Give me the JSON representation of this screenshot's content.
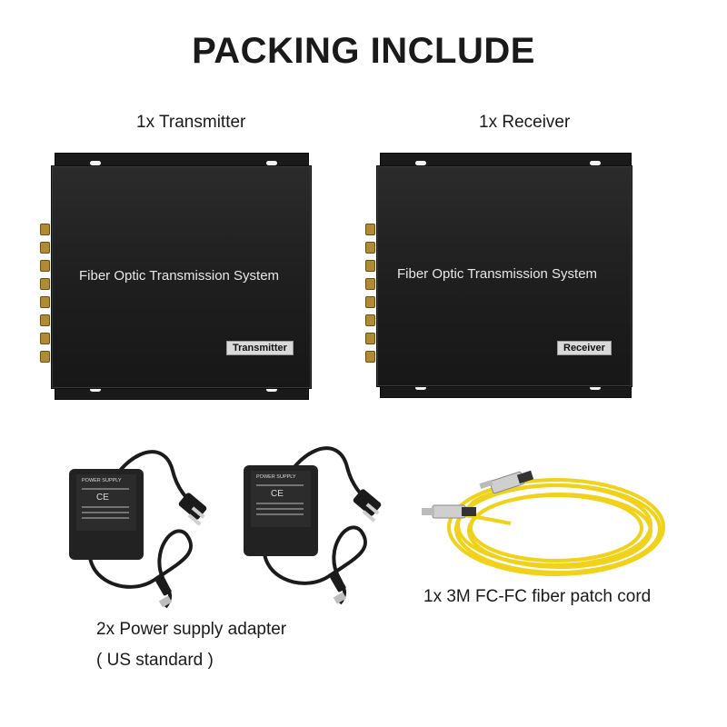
{
  "header": {
    "title": "PACKING INCLUDE"
  },
  "items": {
    "transmitter": {
      "caption": "1x Transmitter",
      "panel_text": "Fiber Optic Transmission System",
      "tag": "Transmitter"
    },
    "receiver": {
      "caption": "1x Receiver",
      "panel_text": "Fiber Optic Transmission System",
      "tag": "Receiver"
    },
    "power_adapter": {
      "caption_line1": "2x Power supply adapter",
      "caption_line2": "( US standard )",
      "label_title": "POWER SUPPLY",
      "label_ce": "CE"
    },
    "patch_cord": {
      "caption": "1x 3M FC-FC fiber patch cord"
    }
  },
  "colors": {
    "device": "#1e1e1e",
    "bnc": "#b08a35",
    "cable": "#f0d21a",
    "connector": "#c9c9c9"
  }
}
